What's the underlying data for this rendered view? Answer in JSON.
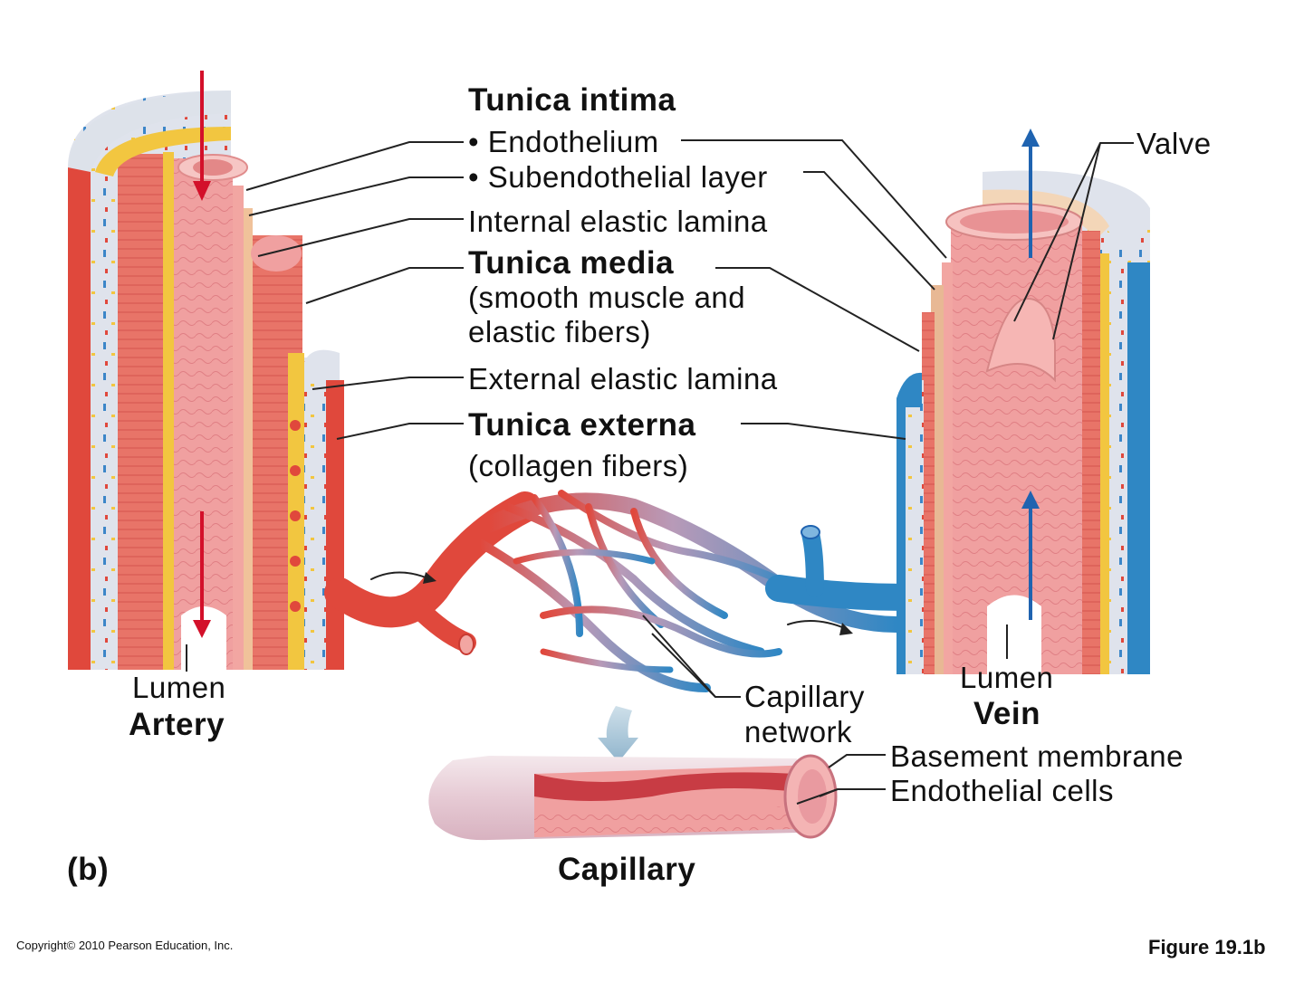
{
  "labels": {
    "tunica_intima": "Tunica intima",
    "endothelium": "• Endothelium",
    "subendothelial": "• Subendothelial layer",
    "internal_elastic": "Internal elastic lamina",
    "tunica_media": "Tunica media",
    "media_desc_1": "(smooth muscle and",
    "media_desc_2": "elastic fibers)",
    "external_elastic": "External elastic lamina",
    "tunica_externa": "Tunica externa",
    "externa_desc": "(collagen fibers)",
    "valve": "Valve",
    "lumen_artery": "Lumen",
    "artery": "Artery",
    "lumen_vein": "Lumen",
    "vein": "Vein",
    "capillary_network_1": "Capillary",
    "capillary_network_2": "network",
    "basement_membrane": "Basement membrane",
    "endothelial_cells": "Endothelial  cells",
    "capillary": "Capillary",
    "panel": "(b)",
    "copyright": "Copyright© 2010 Pearson Education, Inc.",
    "figure": "Figure 19.1b"
  },
  "colors": {
    "artery_red": "#e0483c",
    "muscle": "#e8766a",
    "intima_pink": "#f0a8a4",
    "elastic_yellow": "#f2c640",
    "externa_cream": "#dcdfe8",
    "vein_blue": "#2f87c4",
    "arrow_red": "#d3102a",
    "arrow_blue": "#1f63b0"
  }
}
